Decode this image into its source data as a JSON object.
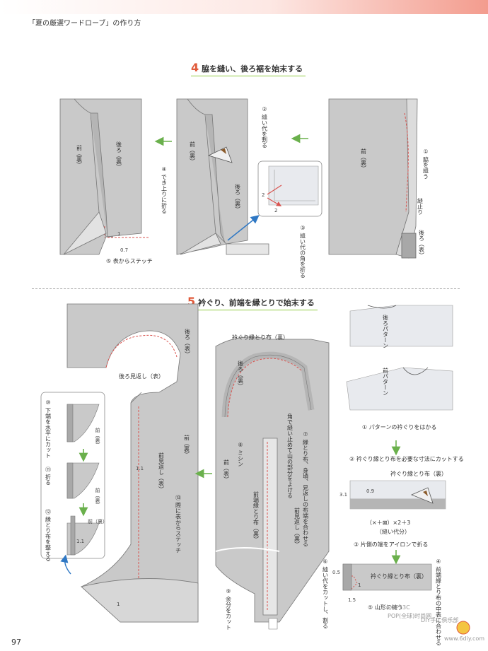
{
  "header": "「夏の厳選ワードローブ」の作り方",
  "page_number": "97",
  "section4": {
    "num": "4",
    "title": "脇を縫い、後ろ裾を始末する",
    "labels": {
      "front_ura_1": "前（裏）",
      "back_ura_1": "後ろ（裏）",
      "front_ura_2": "前（裏）",
      "back_ura_2": "後ろ（裏）",
      "front_ura_3": "前（裏）",
      "back_ura_3": "後ろ（表）",
      "step1": "① 脇を縫う",
      "step2": "② 縫い代を割る",
      "step3": "③ 縫い代の角を折る",
      "step4": "④ でき上りに折る",
      "step5": "⑤ 表からステッチ",
      "hemline": "縫止り",
      "m1": "1",
      "m07": "0.7",
      "m2a": "2",
      "m2b": "2"
    }
  },
  "section5": {
    "num": "5",
    "title": "衿ぐり、前端を縁とりで始末する",
    "labels": {
      "back_omote": "後ろ（表）",
      "back_facing": "後ろ見返し（表）",
      "front_facing": "前見返し（表）",
      "front_ura": "前（裏）",
      "m11": "1.1",
      "m1": "1",
      "step13": "⑬ 際に表からステッチ",
      "step10": "⑩ 下端を水平にカット",
      "step11": "⑪ 折る",
      "step12": "⑫ 縁とり布を整える",
      "s10_front": "前（裏）",
      "s11_front": "前（裏）",
      "s12_front": "前（裏）",
      "s12_m": "1.1",
      "binding_neck": "衿ぐり縁とり布（裏）",
      "back_ura": "後ろ（裏）",
      "front_omote": "前（表）",
      "front_binding": "前端縁とり布（裏）",
      "front_facing_ura": "前見返し（裏）",
      "note_corner": "角で縫い止めて山の部分をよける",
      "step7": "⑦ 縁とり布、身頃、見返しの布端を合わせる",
      "step8": "⑧ ミシン",
      "step9": "⑨ 余分をカット",
      "back_pattern": "後ろパターン",
      "front_pattern": "前パターン",
      "step_p1": "① パターンの衿ぐりをはかる",
      "step_p2": "② 衿ぐり縁とり布を必要な寸法にカットする",
      "binding_cloth": "衿ぐり縁とり布（裏）",
      "m31": "3.1",
      "m09": "0.9",
      "formula": "（×＋⊠）×2＋3",
      "allowance": "（縫い代分）",
      "step_p3": "③ 片側の端をアイロンで折る",
      "step_p4": "④ 前端縁とり布の中表に合わせる",
      "step_p5": "⑤ 山形に縫う",
      "step_p6": "⑥ 縫い代をカットし、割る",
      "binding_cloth2": "衿ぐり縁とり布（裏）",
      "m05": "0.5",
      "m15": "1.5",
      "m1b": "1"
    }
  },
  "watermarks": {
    "pop": "POP13C",
    "pop_sub": "POP(全球)时尚网",
    "diy": "DIY手工俱乐部",
    "site": "www.6diy.com"
  },
  "colors": {
    "fabric": "#c9c9c9",
    "binding": "#b5b5b5",
    "stitch": "#d9534f",
    "accent_green": "#6ab04c",
    "accent_blue": "#2f78c4",
    "panel_bg": "#e8eaee"
  }
}
